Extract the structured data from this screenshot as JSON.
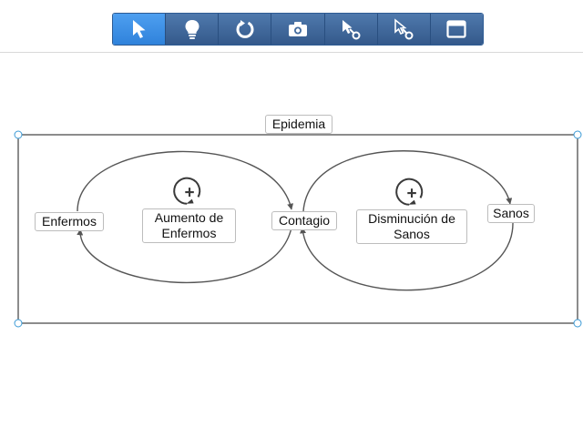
{
  "toolbar": {
    "tools": [
      {
        "icon": "select-arrow-icon",
        "active": true
      },
      {
        "icon": "lightbulb-icon",
        "active": false
      },
      {
        "icon": "loop-icon",
        "active": false
      },
      {
        "icon": "camera-icon",
        "active": false
      },
      {
        "icon": "link-arrow-icon",
        "active": false
      },
      {
        "icon": "link-arrow-outline-icon",
        "active": false
      },
      {
        "icon": "window-icon",
        "active": false
      }
    ]
  },
  "diagram": {
    "group_label": "Epidemia",
    "nodes": {
      "enfermos": "Enfermos",
      "aumento": "Aumento de\nEnfermos",
      "contagio": "Contagio",
      "disminucion": "Disminución de\nSanos",
      "sanos": "Sanos"
    },
    "loop_polarity": "+",
    "colors": {
      "link": "#555555",
      "frame": "#8c8c8c",
      "handle": "#3b9ad6",
      "toolbar_active": "#3a8fe6",
      "toolbar": "#416a9e"
    }
  }
}
